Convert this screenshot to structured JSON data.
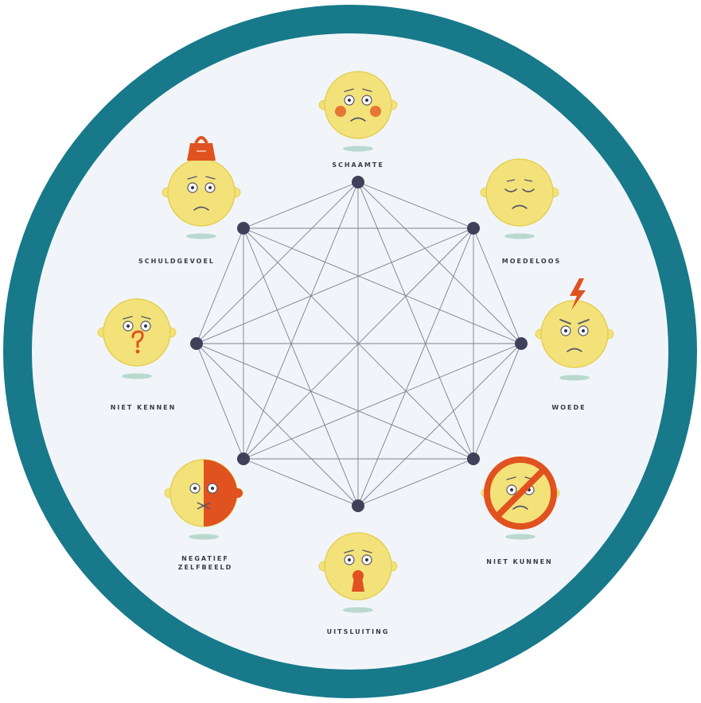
{
  "colors": {
    "ring": "#17798a",
    "background": "#f1f5f9",
    "node": "#40405a",
    "edge": "#7e7e90",
    "face": "#f3e27a",
    "face_stroke": "#e6cf55",
    "accent": "#e0521f",
    "shadow": "#b9d9cf"
  },
  "nodes": [
    {
      "id": "schaamte",
      "label": "SCHAAMTE",
      "icon": "blushing-face-icon"
    },
    {
      "id": "moedeloos",
      "label": "MOEDELOOS",
      "icon": "sad-closed-eyes-face-icon"
    },
    {
      "id": "woede",
      "label": "WOEDE",
      "icon": "angry-lightning-face-icon"
    },
    {
      "id": "niet-kunnen",
      "label": "NIET KUNNEN",
      "icon": "prohibited-face-icon"
    },
    {
      "id": "uitsluiting",
      "label": "UITSLUITING",
      "icon": "keyhole-face-icon"
    },
    {
      "id": "negatief-zelfbeeld",
      "label": "NEGATIEF\nZELFBEELD",
      "icon": "split-face-icon"
    },
    {
      "id": "niet-kennen",
      "label": "NIET KENNEN",
      "icon": "question-face-icon"
    },
    {
      "id": "schuldgevoel",
      "label": "SCHULDGEVOEL",
      "icon": "weight-face-icon"
    }
  ]
}
